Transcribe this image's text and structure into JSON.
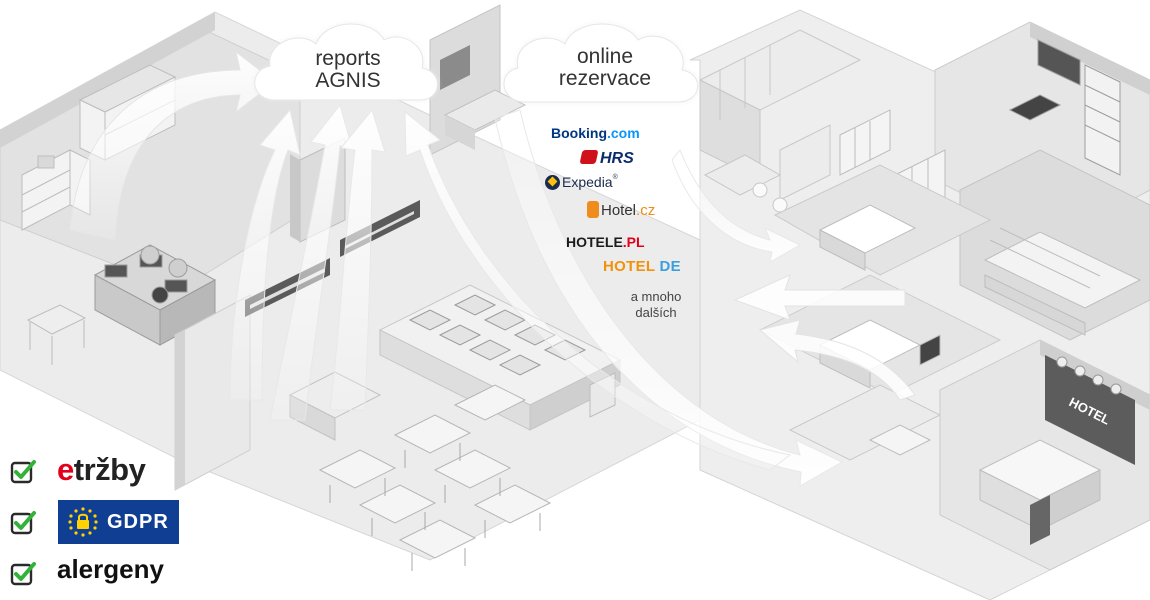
{
  "clouds": {
    "reports": {
      "line1": "reports",
      "line2": "AGNIS"
    },
    "online": {
      "line1": "online",
      "line2": "rezervace"
    }
  },
  "partners": {
    "booking": {
      "name": "Booking",
      "suffix": ".com"
    },
    "hrs": "HRS",
    "expedia": {
      "name": "Expedia",
      "tm": "®"
    },
    "hotel_cz": {
      "name": "Hotel",
      "suffix": ".cz"
    },
    "hotele_pl": {
      "name": "HOTELE",
      "suffix": ".PL"
    },
    "hotel_de": {
      "name": "HOTEL",
      "suffix": "DE"
    },
    "more": {
      "line1": "a mnoho",
      "line2": "dalších"
    }
  },
  "badges": {
    "etrzby": {
      "e": "e",
      "rest": "tržby"
    },
    "gdpr": "GDPR",
    "alergeny": "alergeny"
  },
  "sign": "HOTEL",
  "colors": {
    "check": "#33b23a",
    "gdpr_bg": "#103e93",
    "gdpr_star": "#ffd200",
    "booking": "#003580",
    "hrs_red": "#d0101a",
    "hotel_de_orange": "#f2910a",
    "hotel_de_blue": "#3aa0dd"
  },
  "icons": [
    "check-icon",
    "eu-stars-icon",
    "lock-icon",
    "cloud-icon",
    "arrow-icon"
  ]
}
